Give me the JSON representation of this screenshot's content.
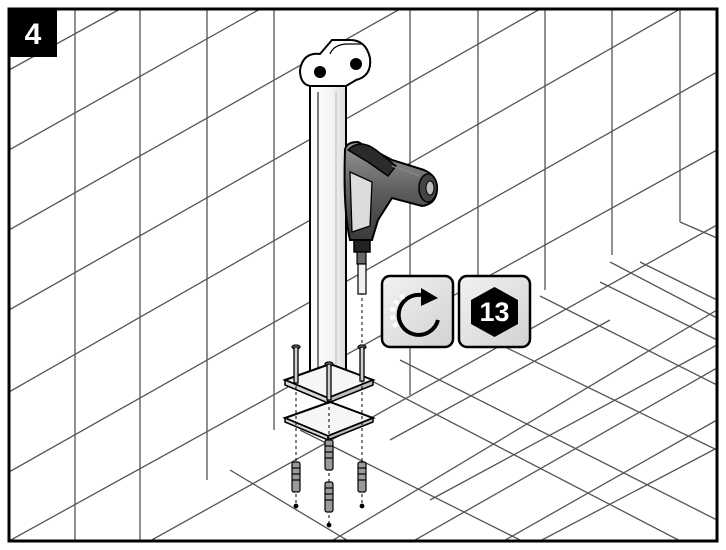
{
  "step": {
    "number": "4"
  },
  "icons": {
    "rotation": {
      "name": "clockwise-rotation-icon"
    },
    "wrench_size": {
      "value": "13",
      "shape": "hex-nut"
    }
  },
  "colors": {
    "outline": "#000000",
    "grout": "#666666",
    "panel_fill": "#e6e6e6",
    "drill_body": "#6a6a6a",
    "drill_dark": "#2b2b2b",
    "badge_fill": "#000000",
    "badge_text": "#ffffff"
  }
}
